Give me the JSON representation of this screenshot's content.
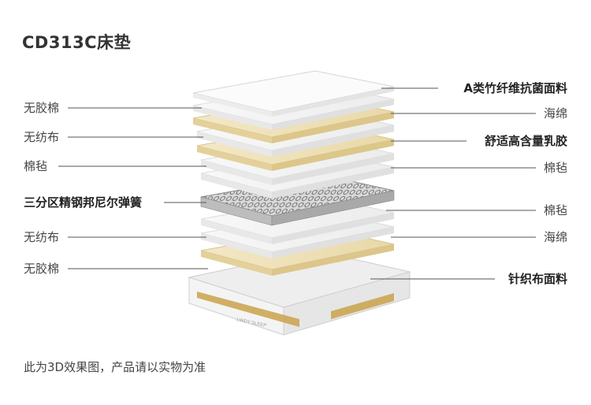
{
  "title": "CD313C床垫",
  "footnote": "此为3D效果图，产品请以实物为准",
  "brand_on_frame": "LINDY SLEEP",
  "left_labels": [
    {
      "text": "无胶棉",
      "bold": false
    },
    {
      "text": "无纺布",
      "bold": false
    },
    {
      "text": "棉毡",
      "bold": false
    },
    {
      "text": "三分区精钢邦尼尔弹簧",
      "bold": true
    },
    {
      "text": "无纺布",
      "bold": false
    },
    {
      "text": "无胶棉",
      "bold": false
    }
  ],
  "right_labels": [
    {
      "text": "A类竹纤维抗菌面料",
      "bold": true
    },
    {
      "text": "海绵",
      "bold": false
    },
    {
      "text": "舒适高含量乳胶",
      "bold": true
    },
    {
      "text": "棉毡",
      "bold": false
    },
    {
      "text": "棉毡",
      "bold": false
    },
    {
      "text": "海绵",
      "bold": false
    },
    {
      "text": "针织布面料",
      "bold": true
    }
  ],
  "colors": {
    "cream_layer": "#efe3bf",
    "white_layer": "#f6f6f6",
    "spring": "#8a8a8a",
    "frame_gold": "#c9a24a",
    "line": "#555555"
  }
}
